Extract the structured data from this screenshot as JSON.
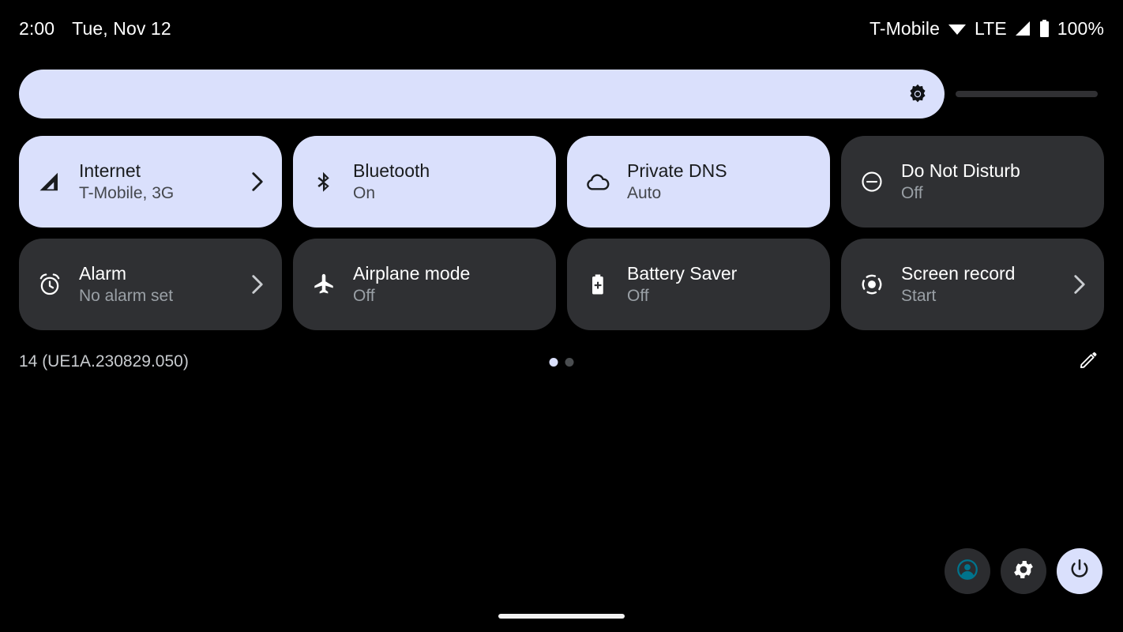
{
  "status_bar": {
    "time": "2:00",
    "date": "Tue, Nov 12",
    "carrier": "T-Mobile",
    "network_type": "LTE",
    "battery_percent": "100%",
    "icons": [
      "wifi-icon",
      "signal-cellular-icon",
      "battery-full-icon"
    ]
  },
  "brightness": {
    "name": "brightness-slider",
    "icon": "brightness-sun-icon",
    "value_percent": 85
  },
  "tiles": [
    {
      "id": "internet",
      "title": "Internet",
      "subtitle": "T-Mobile, 3G",
      "icon": "signal-cellular-icon",
      "state": "active",
      "has_chevron": true
    },
    {
      "id": "bluetooth",
      "title": "Bluetooth",
      "subtitle": "On",
      "icon": "bluetooth-icon",
      "state": "active",
      "has_chevron": false
    },
    {
      "id": "private-dns",
      "title": "Private DNS",
      "subtitle": "Auto",
      "icon": "cloud-icon",
      "state": "active",
      "has_chevron": false
    },
    {
      "id": "do-not-disturb",
      "title": "Do Not Disturb",
      "subtitle": "Off",
      "icon": "do-not-disturb-icon",
      "state": "inactive",
      "has_chevron": false
    },
    {
      "id": "alarm",
      "title": "Alarm",
      "subtitle": "No alarm set",
      "icon": "alarm-clock-icon",
      "state": "inactive",
      "has_chevron": true
    },
    {
      "id": "airplane-mode",
      "title": "Airplane mode",
      "subtitle": "Off",
      "icon": "airplane-icon",
      "state": "inactive",
      "has_chevron": false
    },
    {
      "id": "battery-saver",
      "title": "Battery Saver",
      "subtitle": "Off",
      "icon": "battery-saver-icon",
      "state": "inactive",
      "has_chevron": false
    },
    {
      "id": "screen-record",
      "title": "Screen record",
      "subtitle": "Start",
      "icon": "screen-record-icon",
      "state": "inactive",
      "has_chevron": true
    }
  ],
  "footer": {
    "build_label": "14 (UE1A.230829.050)",
    "page_dots": {
      "total": 2,
      "active_index": 0
    },
    "edit_icon": "pencil-edit-icon"
  },
  "action_buttons": [
    {
      "id": "user-switcher",
      "icon": "user-avatar-icon",
      "style": "dark"
    },
    {
      "id": "settings",
      "icon": "gear-icon",
      "style": "dark"
    },
    {
      "id": "power",
      "icon": "power-icon",
      "style": "light"
    }
  ],
  "colors": {
    "background": "#000000",
    "tile_active_bg": "#DAE0FC",
    "tile_inactive_bg": "#2F3033",
    "text_on_active": "#1A1C1E",
    "text_on_inactive": "#FFFFFF",
    "avatar_accent": "#00738C"
  }
}
